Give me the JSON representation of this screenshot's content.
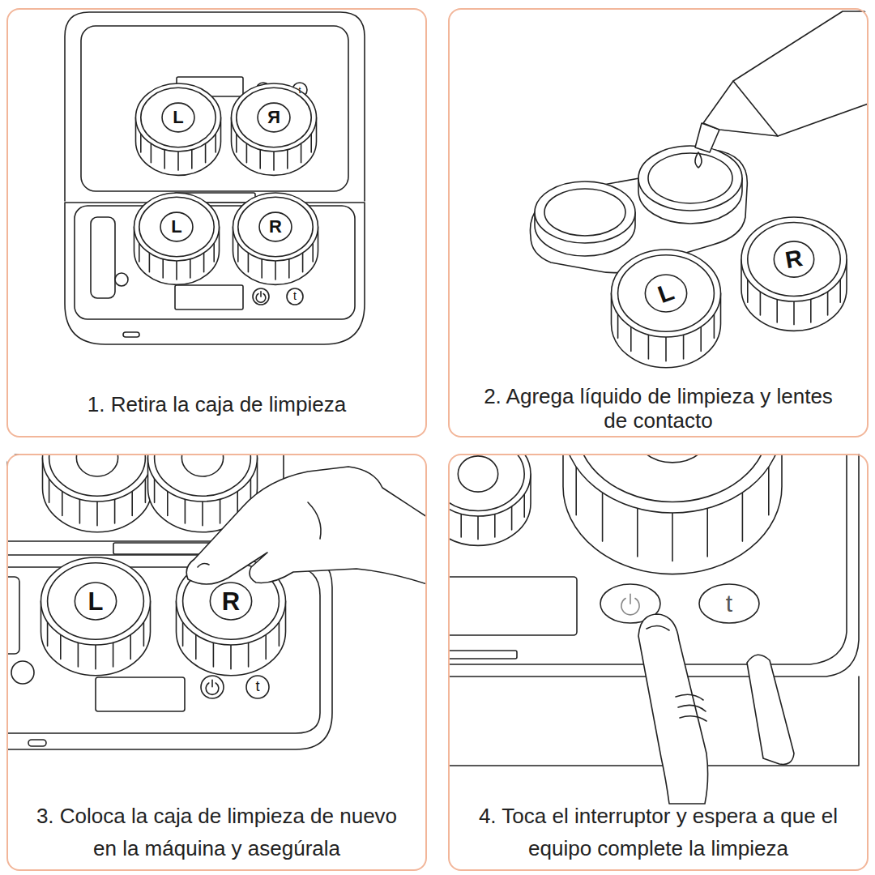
{
  "diagram": {
    "nodes": [
      {
        "text": [
          "1. Retira la caja de limpieza"
        ]
      },
      {
        "text": [
          "2. Agrega líquido de limpieza y lentes de contacto"
        ]
      },
      {
        "text": [
          "3. Coloca la caja de limpieza de nuevo en la máquina y asegúrala"
        ]
      },
      {
        "text": [
          "4. Toca el interruptor y espera a que el equipo complete la limpieza"
        ]
      }
    ],
    "labels": [
      "L",
      "R",
      "t",
      "L",
      "R",
      "t",
      "L",
      "R",
      "L",
      "R",
      "t",
      "t"
    ]
  }
}
